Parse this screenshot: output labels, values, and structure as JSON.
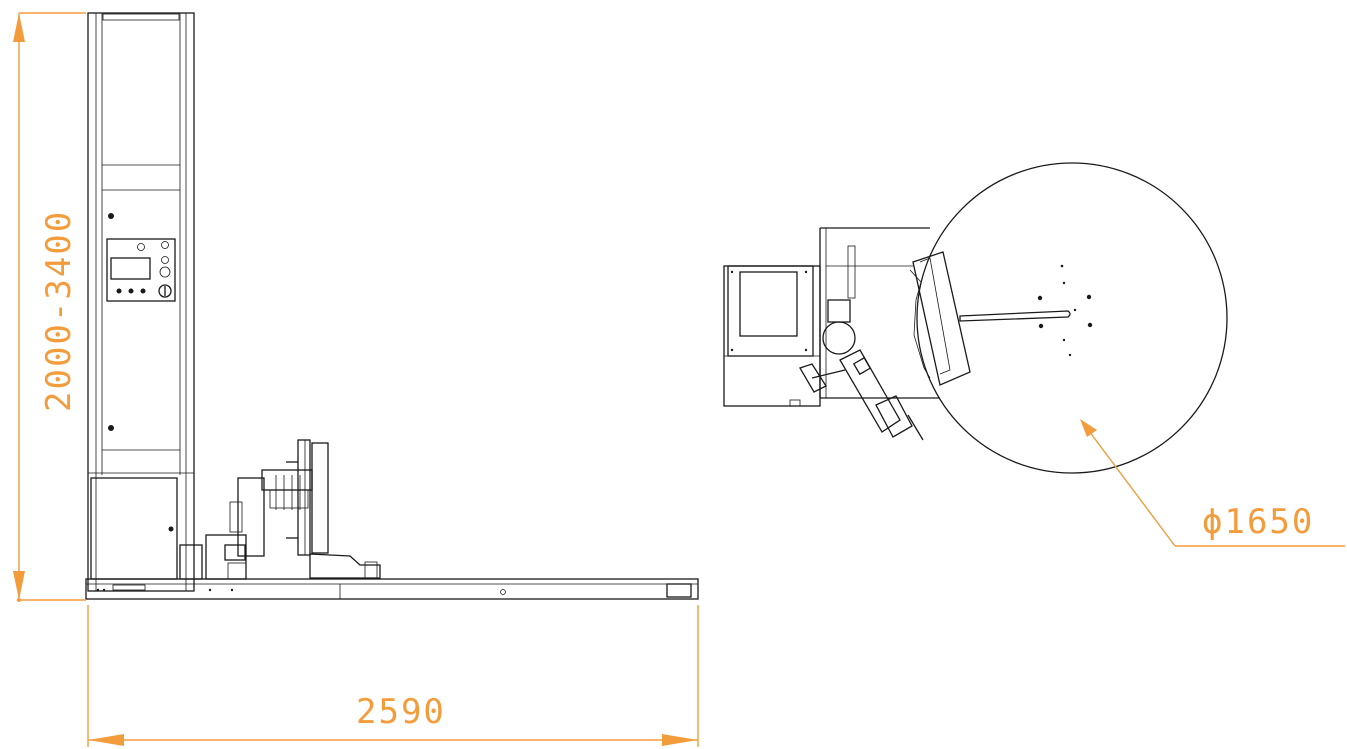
{
  "dimensions": {
    "height_range": "2000-3400",
    "width": "2590",
    "diameter": "ϕ1650"
  },
  "colors": {
    "dimension": "#F39C3C",
    "linework": "#1a1a1a",
    "background": "#ffffff"
  }
}
